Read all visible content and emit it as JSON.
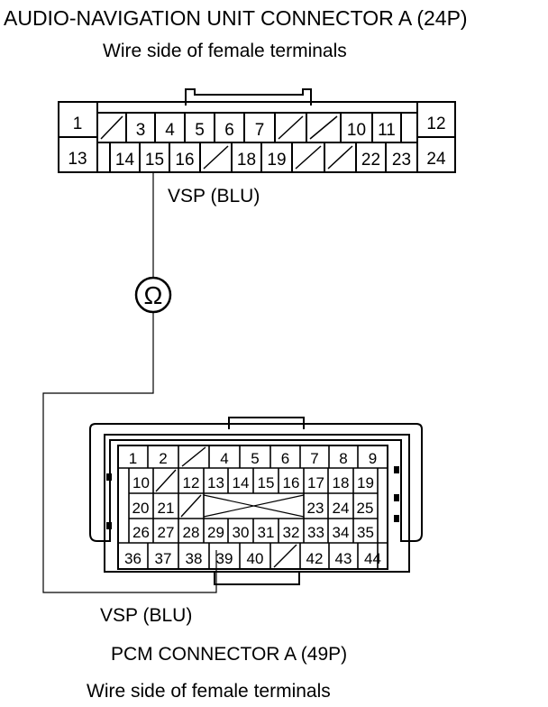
{
  "upper_connector": {
    "title": "AUDIO-NAVIGATION UNIT CONNECTOR A (24P)",
    "subtitle": "Wire side of female terminals",
    "row1": [
      "1",
      "",
      "3",
      "4",
      "5",
      "6",
      "7",
      "",
      "",
      "10",
      "11",
      "12"
    ],
    "row2": [
      "13",
      "14",
      "15",
      "16",
      "",
      "18",
      "19",
      "",
      "",
      "22",
      "23",
      "24"
    ],
    "wire_label": "VSP (BLU)"
  },
  "meter": {
    "symbol": "Ω"
  },
  "lower_connector": {
    "title": "PCM CONNECTOR A (49P)",
    "subtitle": "Wire side of female terminals",
    "wire_label": "VSP (BLU)",
    "rows": [
      [
        "1",
        "2",
        "",
        "4",
        "5",
        "6",
        "7",
        "8",
        "9"
      ],
      [
        "10",
        "",
        "12",
        "13",
        "14",
        "15",
        "16",
        "17",
        "18",
        "19"
      ],
      [
        "20",
        "21",
        "",
        "23",
        "24",
        "25"
      ],
      [
        "26",
        "27",
        "28",
        "29",
        "30",
        "31",
        "32",
        "33",
        "34",
        "35"
      ],
      [
        "36",
        "37",
        "38",
        "39",
        "40",
        "",
        "42",
        "43",
        "44"
      ]
    ]
  }
}
